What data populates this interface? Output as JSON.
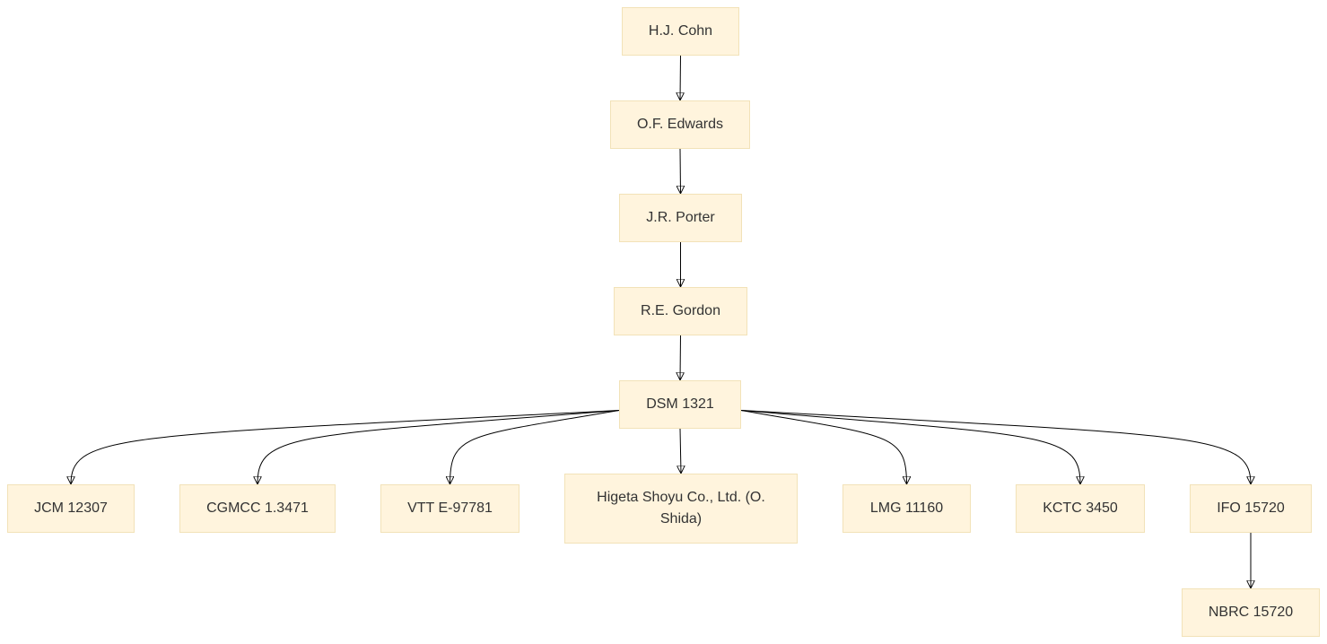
{
  "nodes": {
    "cohn": "H.J. Cohn",
    "edwards": "O.F. Edwards",
    "porter": "J.R. Porter",
    "gordon": "R.E. Gordon",
    "dsm": "DSM 1321",
    "jcm": "JCM 12307",
    "cgmcc": "CGMCC 1.3471",
    "vtt": "VTT E-97781",
    "higeta": "Higeta Shoyu Co., Ltd. (O. Shida)",
    "lmg": "LMG 11160",
    "kctc": "KCTC 3450",
    "ifo": "IFO 15720",
    "nbrc": "NBRC 15720"
  },
  "edges": [
    {
      "from": "cohn",
      "to": "edwards"
    },
    {
      "from": "edwards",
      "to": "porter"
    },
    {
      "from": "porter",
      "to": "gordon"
    },
    {
      "from": "gordon",
      "to": "dsm"
    },
    {
      "from": "dsm",
      "to": "jcm"
    },
    {
      "from": "dsm",
      "to": "cgmcc"
    },
    {
      "from": "dsm",
      "to": "vtt"
    },
    {
      "from": "dsm",
      "to": "higeta"
    },
    {
      "from": "dsm",
      "to": "lmg"
    },
    {
      "from": "dsm",
      "to": "kctc"
    },
    {
      "from": "dsm",
      "to": "ifo"
    },
    {
      "from": "ifo",
      "to": "nbrc"
    }
  ],
  "colors": {
    "node_fill": "#fff4dd",
    "node_border": "#f2e2b8",
    "text": "#333333",
    "edge": "#000000"
  }
}
